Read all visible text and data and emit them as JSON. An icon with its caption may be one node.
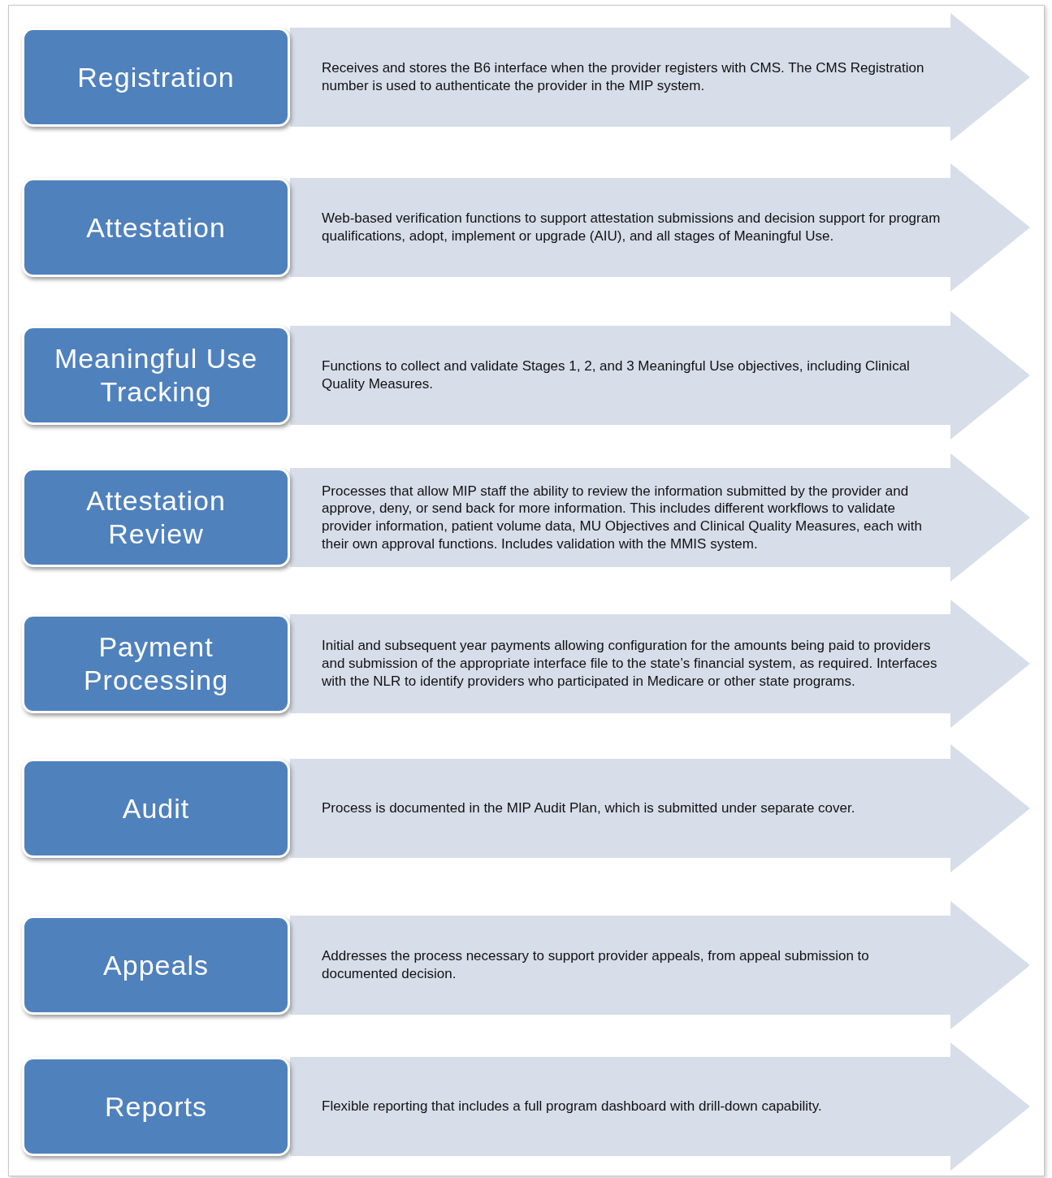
{
  "diagram": {
    "nodes": [
      {
        "text": [
          "Registration"
        ]
      },
      {
        "text": [
          "Receives and stores the B6 interface when the provider registers with CMS.  The CMS Registration number is used to authenticate the provider in the MIP system."
        ]
      },
      {
        "text": [
          "Attestation"
        ]
      },
      {
        "text": [
          "Web-based verification functions to support attestation submissions and decision support for program qualifications, adopt, implement or upgrade (AIU), and all stages of Meaningful Use."
        ]
      },
      {
        "text": [
          "Meaningful Use Tracking"
        ]
      },
      {
        "text": [
          "Functions to collect and validate Stages 1, 2, and 3 Meaningful Use objectives, including Clinical Quality Measures."
        ]
      },
      {
        "text": [
          "Attestation Review"
        ]
      },
      {
        "text": [
          "Processes that allow MIP staff the ability to review the information submitted by the provider and approve, deny, or send back for more information.  This includes different workflows to validate provider information, patient volume data, MU Objectives and Clinical Quality Measures, each with their own approval functions.  Includes validation with the MMIS system."
        ]
      },
      {
        "text": [
          "Payment Processing"
        ]
      },
      {
        "text": [
          "Initial and subsequent year payments allowing configuration for the amounts being paid to providers and submission of the appropriate interface file to the state’s financial system, as required. Interfaces with the NLR to identify providers who participated in Medicare or other state programs."
        ]
      },
      {
        "text": [
          "Audit"
        ]
      },
      {
        "text": [
          "Process is documented in the MIP Audit Plan, which is submitted under separate cover."
        ]
      },
      {
        "text": [
          "Appeals"
        ]
      },
      {
        "text": [
          "Addresses the process necessary to support provider appeals, from appeal submission to documented decision."
        ]
      },
      {
        "text": [
          "Reports"
        ]
      },
      {
        "text": [
          "Flexible reporting that includes a full program dashboard with drill-down capability."
        ]
      }
    ]
  }
}
